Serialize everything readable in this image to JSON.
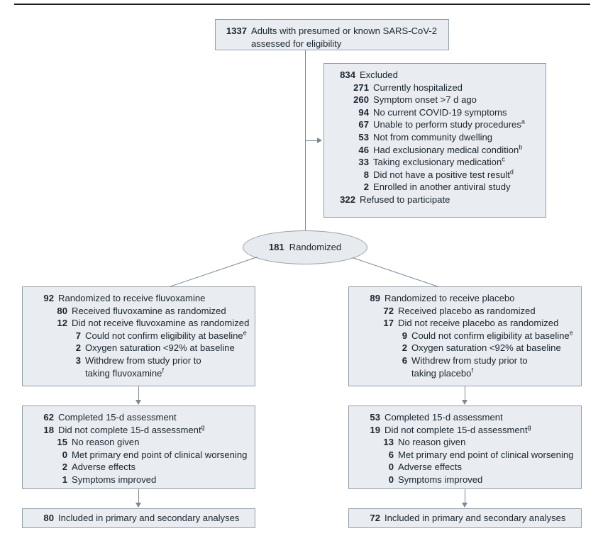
{
  "diagram": {
    "type": "consort-flow-diagram",
    "enrollment": {
      "count": "1337",
      "label": "Adults with presumed or known SARS-CoV-2 assessed for eligibility"
    },
    "excluded": {
      "count": "834",
      "label": "Excluded",
      "reasons": [
        {
          "count": "271",
          "label": "Currently hospitalized",
          "note": ""
        },
        {
          "count": "260",
          "label": "Symptom onset >7 d ago",
          "note": ""
        },
        {
          "count": "94",
          "label": "No current COVID-19 symptoms",
          "note": ""
        },
        {
          "count": "67",
          "label": "Unable to perform study procedures",
          "note": "a"
        },
        {
          "count": "53",
          "label": "Not from community dwelling",
          "note": ""
        },
        {
          "count": "46",
          "label": "Had exclusionary medical condition",
          "note": "b"
        },
        {
          "count": "33",
          "label": "Taking exclusionary medication",
          "note": "c"
        },
        {
          "count": "8",
          "label": "Did not have a positive test result",
          "note": "d"
        },
        {
          "count": "2",
          "label": "Enrolled in another antiviral study",
          "note": ""
        }
      ],
      "refused": {
        "count": "322",
        "label": "Refused to participate"
      }
    },
    "randomized": {
      "count": "181",
      "label": "Randomized"
    },
    "arms": [
      {
        "id": "fluvoxamine",
        "allocation": {
          "count": "92",
          "label": "Randomized to receive fluvoxamine",
          "received": {
            "count": "80",
            "label": "Received fluvoxamine as randomized"
          },
          "not_received": {
            "count": "12",
            "label": "Did not receive fluvoxamine as randomized"
          },
          "not_received_reasons": [
            {
              "count": "7",
              "label": "Could not confirm eligibility at baseline",
              "note": "e"
            },
            {
              "count": "2",
              "label": "Oxygen saturation <92% at baseline",
              "note": ""
            },
            {
              "count": "3",
              "label": "Withdrew from study prior to taking fluvoxamine",
              "note": "f"
            }
          ]
        },
        "followup": {
          "completed": {
            "count": "62",
            "label": "Completed 15-d assessment"
          },
          "not_completed": {
            "count": "18",
            "label": "Did not complete 15-d assessment",
            "note": "g"
          },
          "not_completed_reasons": [
            {
              "count": "15",
              "label": "No reason given"
            },
            {
              "count": "0",
              "label": "Met primary end point of clinical worsening"
            },
            {
              "count": "2",
              "label": "Adverse effects"
            },
            {
              "count": "1",
              "label": "Symptoms improved"
            }
          ]
        },
        "analysis": {
          "count": "80",
          "label": "Included in primary and secondary analyses"
        }
      },
      {
        "id": "placebo",
        "allocation": {
          "count": "89",
          "label": "Randomized to receive placebo",
          "received": {
            "count": "72",
            "label": "Received placebo as randomized"
          },
          "not_received": {
            "count": "17",
            "label": "Did not receive placebo as randomized"
          },
          "not_received_reasons": [
            {
              "count": "9",
              "label": "Could not confirm eligibility at baseline",
              "note": "e"
            },
            {
              "count": "2",
              "label": "Oxygen saturation <92% at baseline",
              "note": ""
            },
            {
              "count": "6",
              "label": "Withdrew from study prior to taking placebo",
              "note": "f"
            }
          ]
        },
        "followup": {
          "completed": {
            "count": "53",
            "label": "Completed 15-d assessment"
          },
          "not_completed": {
            "count": "19",
            "label": "Did not complete 15-d assessment",
            "note": "g"
          },
          "not_completed_reasons": [
            {
              "count": "13",
              "label": "No reason given"
            },
            {
              "count": "6",
              "label": "Met primary end point of clinical worsening"
            },
            {
              "count": "0",
              "label": "Adverse effects"
            },
            {
              "count": "0",
              "label": "Symptoms improved"
            }
          ]
        },
        "analysis": {
          "count": "72",
          "label": "Included in primary and secondary analyses"
        }
      }
    ],
    "colors": {
      "box_fill": "#e9edf1",
      "box_border": "#959ea7",
      "connector": "#7d8893",
      "text": "#1b2530",
      "rule": "#1b1b1b"
    }
  }
}
